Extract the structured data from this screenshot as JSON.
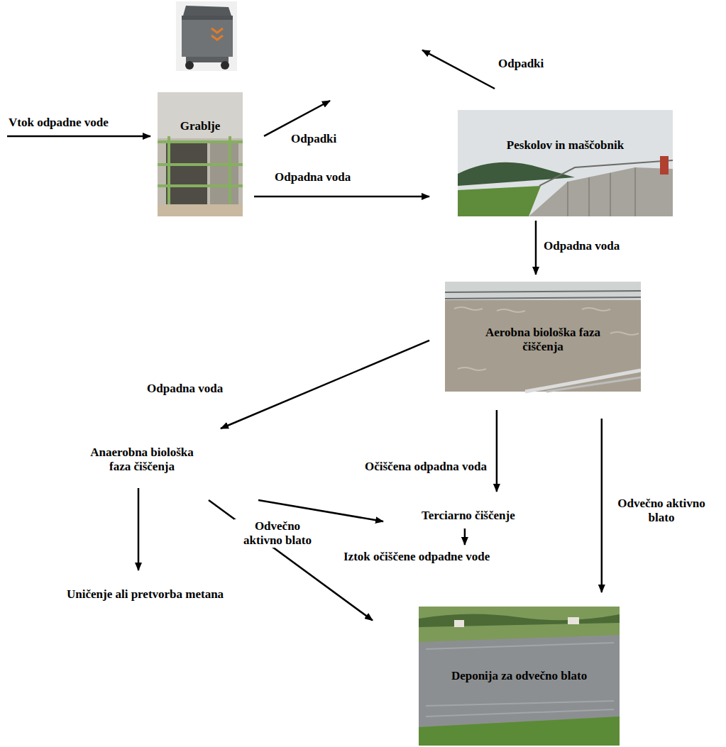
{
  "diagram": {
    "nodes": [
      {
        "text": []
      },
      {
        "text": [
          "Grablje"
        ]
      },
      {
        "text": [
          "Peskolov in maščobnik"
        ]
      },
      {
        "text": [
          "Aerobna biološka faza čiščenja"
        ]
      },
      {
        "text": [
          "Anaerobna biološka faza čiščenja"
        ]
      },
      {
        "text": [
          "Terciarno čiščenje"
        ]
      },
      {
        "text": [
          "Iztok očiščene odpadne vode"
        ]
      },
      {
        "text": [
          "Uničenje ali pretvorba metana"
        ]
      },
      {
        "text": [
          "Deponija za odvečno blato"
        ]
      }
    ],
    "edges": [
      {
        "from": 1,
        "to": 0,
        "label": "Odpadki",
        "arrow": "to"
      },
      {
        "from": 2,
        "to": 0,
        "label": "Odpadki",
        "arrow": "to"
      },
      {
        "from": 1,
        "to": 2,
        "label": "Odpadna voda",
        "arrow": "to"
      },
      {
        "from": 2,
        "to": 3,
        "label": "Odpadna voda",
        "arrow": "to"
      },
      {
        "from": 3,
        "to": 4,
        "label": "Odpadna voda",
        "arrow": "to"
      },
      {
        "from": 3,
        "to": 5,
        "label": "Očiščena odpadna voda",
        "arrow": "to"
      },
      {
        "from": 3,
        "to": 8,
        "label": "Odvečno aktivno blato",
        "arrow": "to"
      },
      {
        "from": 4,
        "to": 5,
        "arrow": "to"
      },
      {
        "from": 4,
        "to": 8,
        "label": "Odvečno aktivno blato",
        "arrow": "to"
      },
      {
        "from": 4,
        "to": 7,
        "arrow": "to"
      },
      {
        "from": 5,
        "to": 6,
        "arrow": "to"
      }
    ],
    "labels": [
      "Vtok odpadne vode"
    ]
  }
}
